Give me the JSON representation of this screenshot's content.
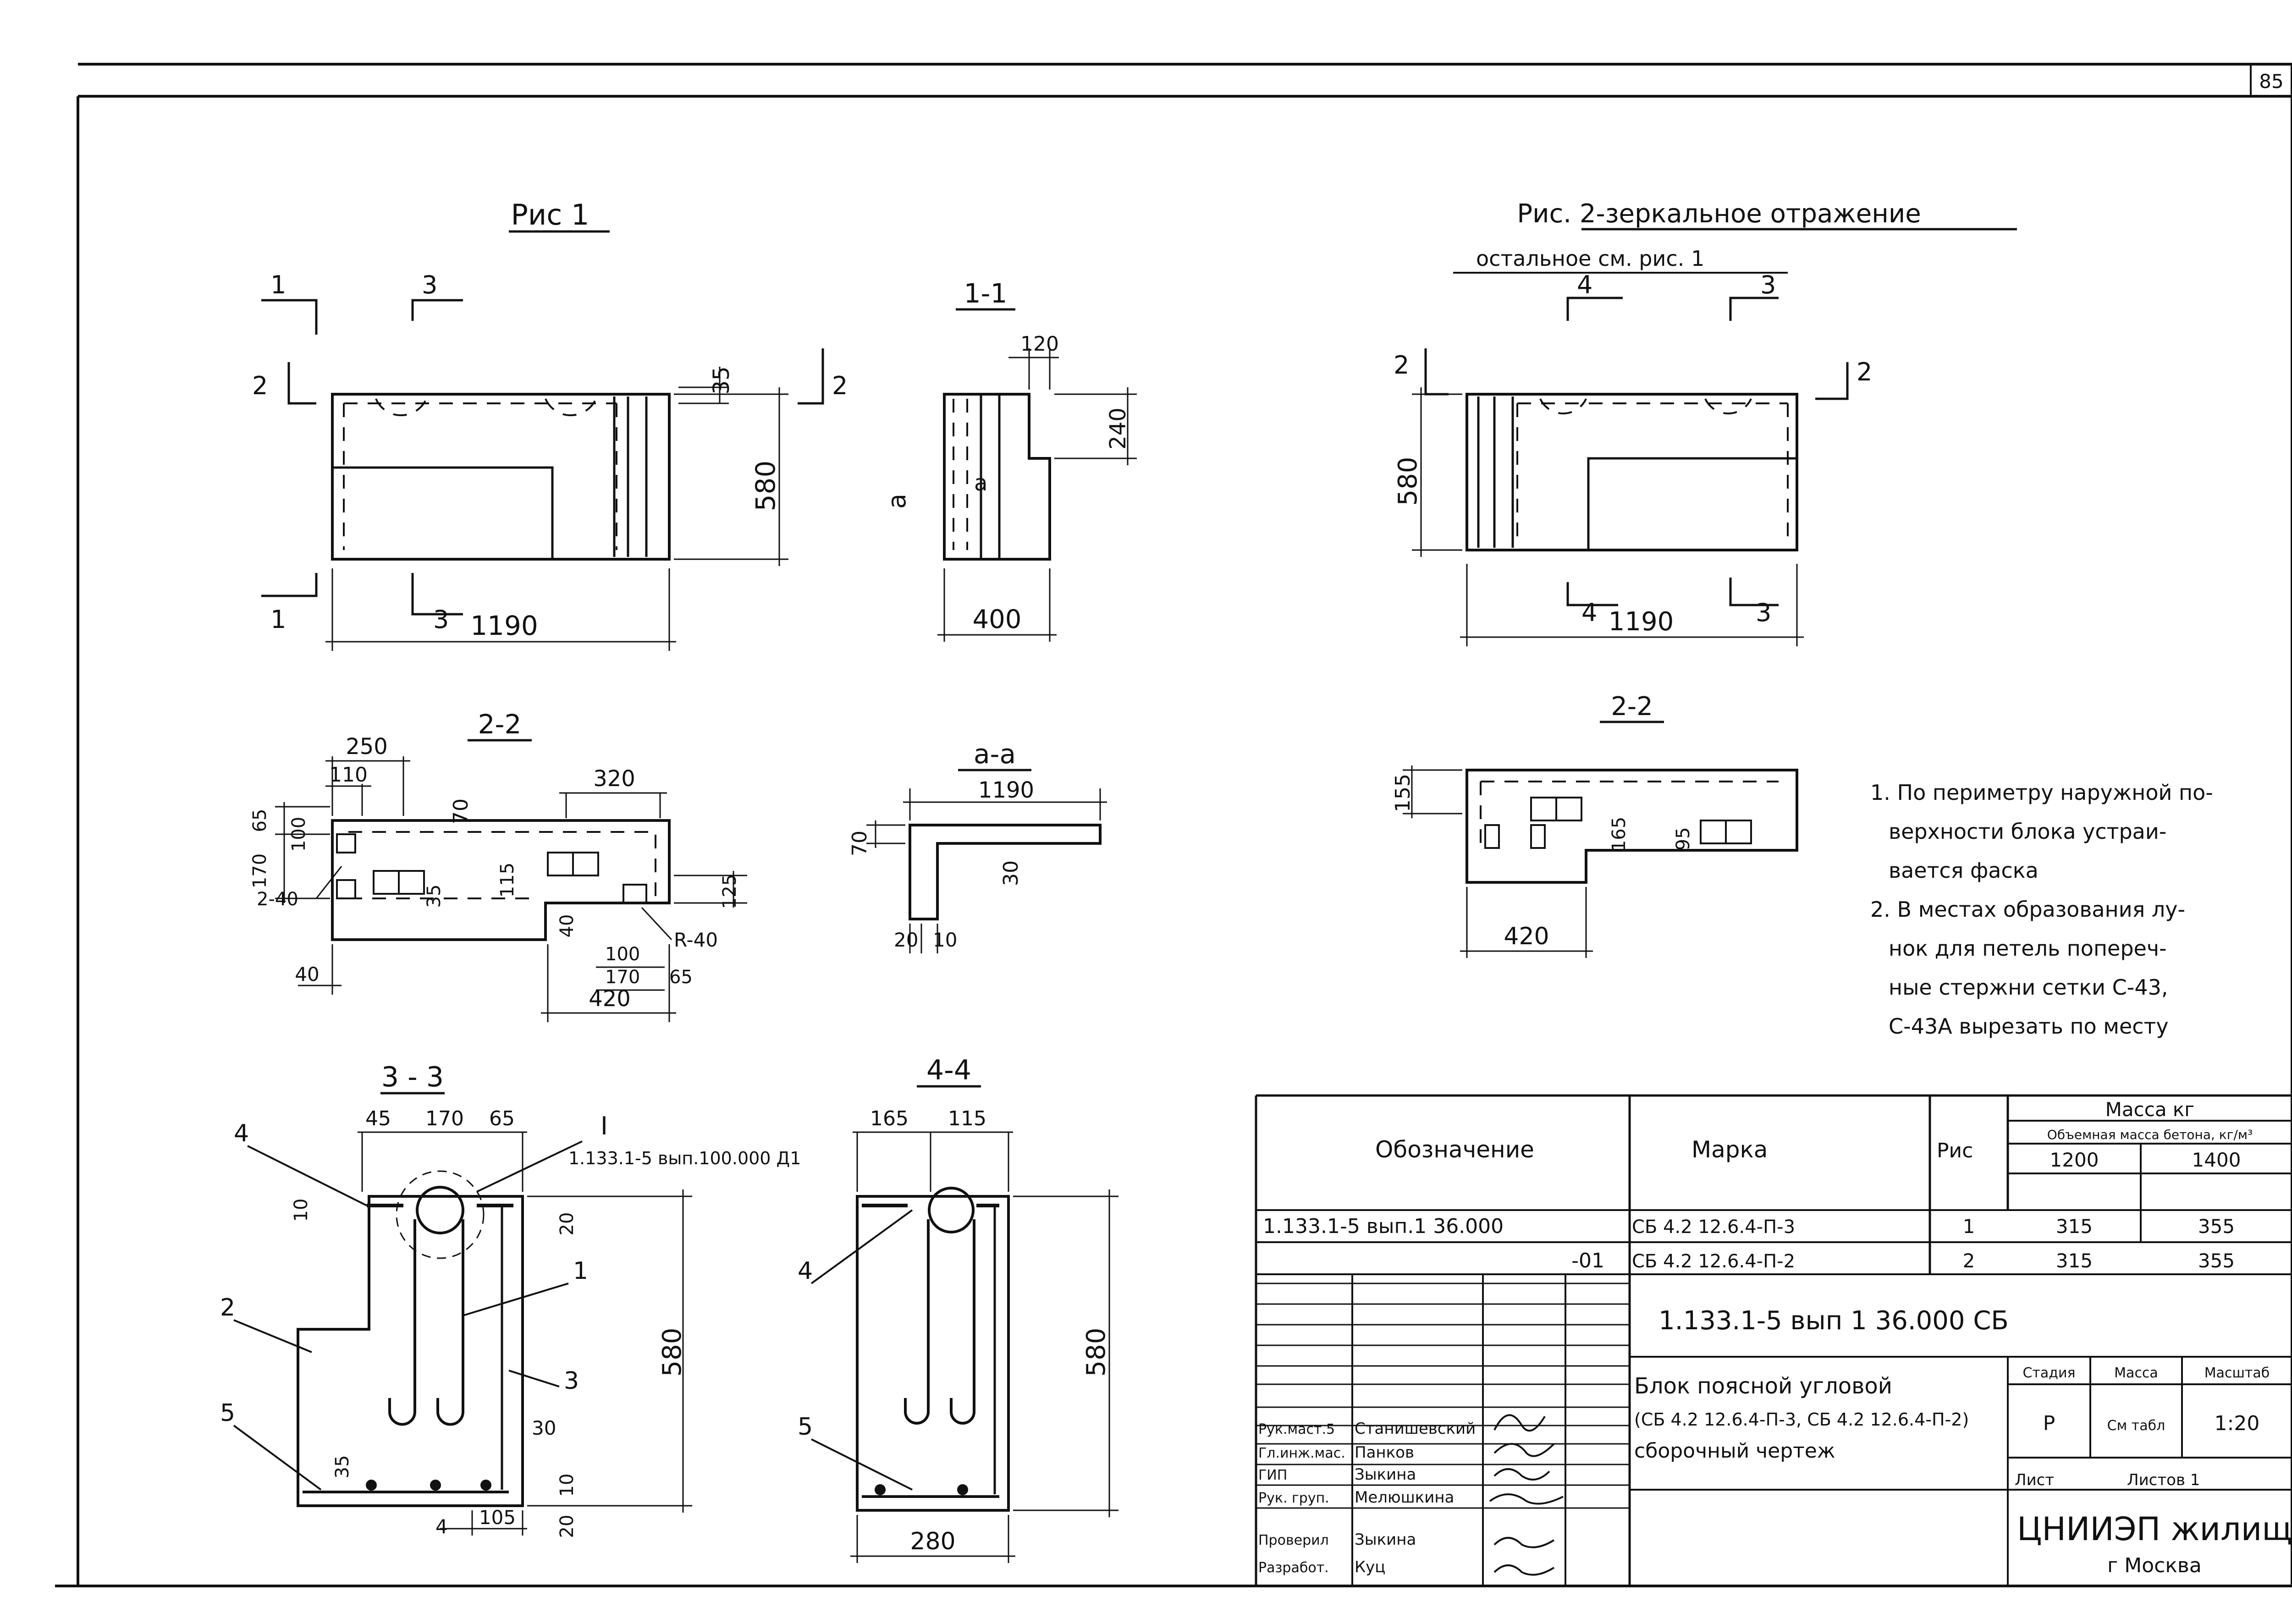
{
  "sheet_number": "85",
  "fig1": {
    "title": "Рис 1",
    "view_dims": {
      "width": "1190",
      "height": "580",
      "top": "35"
    },
    "cut_markers": {
      "m1": "1",
      "m2": "2",
      "m3": "3"
    }
  },
  "fig2": {
    "title": "Рис. 2-зеркальное отражение",
    "subtitle": "остальное см. рис. 1",
    "view_dims": {
      "width": "1190",
      "height": "580"
    },
    "cut_markers": {
      "m2": "2",
      "m3": "3",
      "m4": "4"
    }
  },
  "section_1_1": {
    "title": "1-1",
    "dims": {
      "d120": "120",
      "d240": "240",
      "d400": "400"
    },
    "a_label": "а"
  },
  "section_2_2": {
    "title": "2-2",
    "dims": {
      "d250": "250",
      "d110": "110",
      "d70": "70",
      "d320": "320",
      "d65": "65",
      "d100": "100",
      "d170": "170",
      "r40": "2-40",
      "d35": "35",
      "d115": "115",
      "d125": "125",
      "d40": "40",
      "R40": "R-40",
      "d100b": "100",
      "d170b": "170",
      "d65b": "65",
      "d420": "420",
      "d40b": "40"
    }
  },
  "section_a_a": {
    "title": "а-а",
    "dims": {
      "d1190": "1190",
      "d70": "70",
      "d30": "30",
      "d20": "20",
      "d10": "10"
    }
  },
  "section_2_2_mirror": {
    "title": "2-2",
    "dims": {
      "d155": "155",
      "d165": "165",
      "d95": "95",
      "d420": "420"
    }
  },
  "section_3_3": {
    "title": "3 - 3",
    "dims": {
      "d45": "45",
      "d170": "170",
      "d65": "65",
      "d10": "10",
      "d20": "20",
      "d580": "580",
      "d30": "30",
      "d35": "35",
      "d10b": "10",
      "d20b": "20",
      "d4": "4",
      "d105": "105"
    },
    "callout": {
      "mark": "I",
      "ref": "1.133.1-5 вып.100.000 Д1"
    },
    "positions": [
      "1",
      "2",
      "3",
      "4",
      "5"
    ]
  },
  "section_4_4": {
    "title": "4-4",
    "dims": {
      "d165": "165",
      "d115": "115",
      "d580": "580",
      "d280": "280"
    },
    "positions": [
      "4",
      "5"
    ]
  },
  "notes": [
    "1. По периметру наружной по-",
    "верхности блока устраи-",
    "вается фаска",
    "2. В местах образования лу-",
    "нок для петель попереч-",
    "ные стержни сетки С-43,",
    "С-43А вырезать по месту"
  ],
  "spec_table": {
    "headers": {
      "designation": "Обозначение",
      "mark": "Марка",
      "fig": "Рис",
      "mass": "Масса кг",
      "density": "Объемная масса бетона, кг/м³",
      "d1200": "1200",
      "d1400": "1400"
    },
    "rows": [
      {
        "designation": "1.133.1-5 вып.1 36.000",
        "mark": "СБ 4.2 12.6.4-П-3",
        "fig": "1",
        "m1200": "315",
        "m1400": "355"
      },
      {
        "designation": "-01",
        "mark": "СБ 4.2 12.6.4-П-2",
        "fig": "2",
        "m1200": "315",
        "m1400": "355"
      }
    ]
  },
  "title_block": {
    "doc_code": "1.133.1-5 вып 1 36.000 СБ",
    "name_lines": [
      "Блок поясной угловой",
      "(СБ 4.2 12.6.4-П-3, СБ 4.2 12.6.4-П-2)",
      "сборочный чертеж"
    ],
    "stage_label": "Стадия",
    "mass_label": "Масса",
    "scale_label": "Масштаб",
    "stage": "Р",
    "mass_value": "См табл",
    "scale": "1:20",
    "sheet_label": "Лист",
    "sheets_label": "Листов 1",
    "org": "ЦНИИЭП жилища",
    "city": "г Москва",
    "staff": [
      {
        "role": "Рук.маст.5",
        "name": "Станишевский"
      },
      {
        "role": "Гл.инж.мас.",
        "name": "Панков"
      },
      {
        "role": "ГИП",
        "name": "Зыкина"
      },
      {
        "role": "Рук. груп.",
        "name": "Мелюшкина"
      },
      {
        "role": "Проверил",
        "name": "Зыкина"
      },
      {
        "role": "Разработ.",
        "name": "Куц"
      }
    ]
  }
}
